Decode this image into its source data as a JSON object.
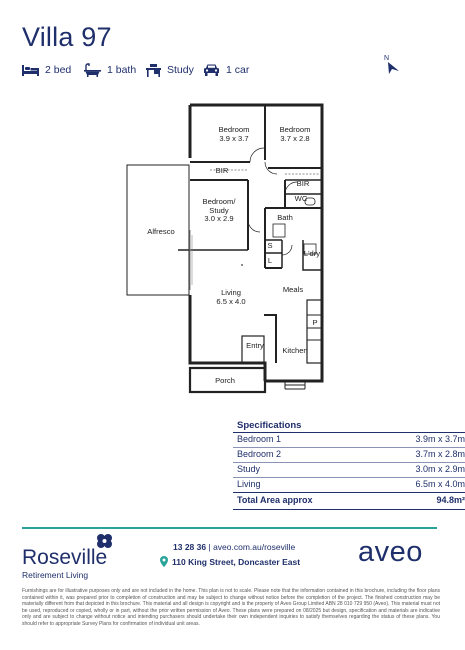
{
  "title": "Villa 97",
  "features": [
    {
      "icon": "bed-icon",
      "label": "2 bed"
    },
    {
      "icon": "bath-icon",
      "label": "1 bath"
    },
    {
      "icon": "desk-icon",
      "label": "Study"
    },
    {
      "icon": "car-icon",
      "label": "1 car"
    }
  ],
  "compass": {
    "label": "N"
  },
  "rooms": {
    "bedroom1": {
      "name": "Bedroom",
      "dims": "3.9 x 3.7"
    },
    "bedroom2": {
      "name": "Bedroom",
      "dims": "3.7 x 2.8"
    },
    "bir1": "BIR",
    "bir2": "BIR",
    "wc": "WC",
    "study": {
      "name": "Bedroom/",
      "name2": "Study",
      "dims": "3.0 x 2.9"
    },
    "bath": "Bath",
    "alfresco": "Alfresco",
    "s": "S",
    "l": "L",
    "ldry": "L'dry",
    "living": {
      "name": "Living",
      "dims": "6.5 x 4.0"
    },
    "meals": "Meals",
    "p": "P",
    "entry": "Entry",
    "kitchen": "Kitchen",
    "porch": "Porch"
  },
  "specifications": {
    "heading": "Specifications",
    "rows": [
      {
        "label": "Bedroom 1",
        "value": "3.9m x 3.7m"
      },
      {
        "label": "Bedroom 2",
        "value": "3.7m x 2.8m"
      },
      {
        "label": "Study",
        "value": "3.0m x 2.9m"
      },
      {
        "label": "Living",
        "value": "6.5m x 4.0m"
      }
    ],
    "total_label": "Total Area approx",
    "total_value": "94.8m²"
  },
  "footer": {
    "brand": "Roseville",
    "tagline": "Retirement Living",
    "phone": "13 28 36",
    "separator": "|",
    "website": "aveo.com.au/roseville",
    "address": "110 King Street, Doncaster East",
    "logo": "aveo",
    "disclaimer": "Furnishings are for illustrative purposes only and are not included in the home. This plan is not to scale. Please note that the information contained in this brochure, including the floor plans contained within it, was prepared prior to completion of construction and may be subject to change without notice before the completion of the project. The finished construction may be materially different from that depicted in this brochure. This material and all design is copyright and is the property of Aveo Group Limited ABN 28 010 729 950 (Aveo). This material must not be used, reproduced or copied, wholly or in part, without the prior written permission of Aveo. These plans were prepared on 08/2025 but design, specification and materials are indicative only and are subject to change without notice and intending purchasers should undertake their own independent inquiries to satisfy themselves regarding the status of these plans. You should refer to appropriate Survey Plans for confirmation of individual unit areas."
  },
  "colors": {
    "navy": "#1f2f6b",
    "teal": "#2aa39a"
  }
}
